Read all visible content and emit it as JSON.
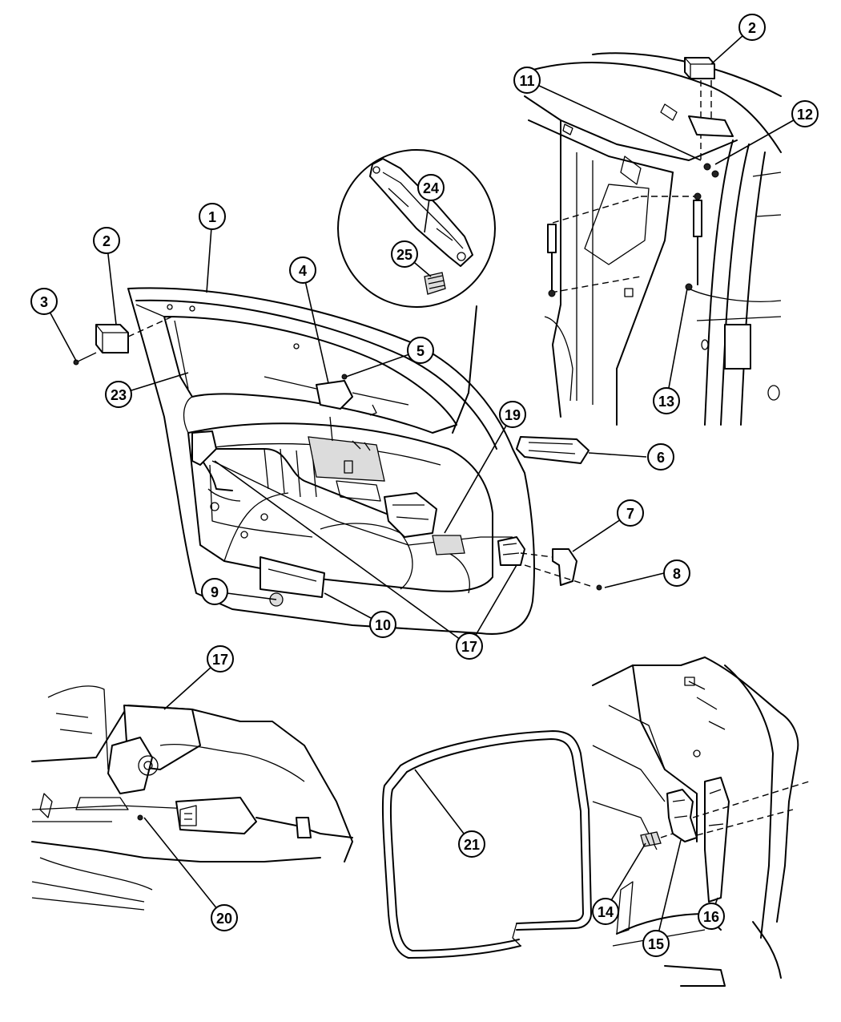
{
  "diagram": {
    "callouts": [
      {
        "id": "c1",
        "label": "1"
      },
      {
        "id": "c2a",
        "label": "2"
      },
      {
        "id": "c2b",
        "label": "2"
      },
      {
        "id": "c3",
        "label": "3"
      },
      {
        "id": "c4",
        "label": "4"
      },
      {
        "id": "c5",
        "label": "5"
      },
      {
        "id": "c6",
        "label": "6"
      },
      {
        "id": "c7",
        "label": "7"
      },
      {
        "id": "c8",
        "label": "8"
      },
      {
        "id": "c9",
        "label": "9"
      },
      {
        "id": "c10",
        "label": "10"
      },
      {
        "id": "c11",
        "label": "11"
      },
      {
        "id": "c12",
        "label": "12"
      },
      {
        "id": "c13",
        "label": "13"
      },
      {
        "id": "c14",
        "label": "14"
      },
      {
        "id": "c15",
        "label": "15"
      },
      {
        "id": "c16",
        "label": "16"
      },
      {
        "id": "c17a",
        "label": "17"
      },
      {
        "id": "c17b",
        "label": "17"
      },
      {
        "id": "c19",
        "label": "19"
      },
      {
        "id": "c20",
        "label": "20"
      },
      {
        "id": "c21",
        "label": "21"
      },
      {
        "id": "c23",
        "label": "23"
      },
      {
        "id": "c24",
        "label": "24"
      },
      {
        "id": "c25",
        "label": "25"
      }
    ]
  }
}
